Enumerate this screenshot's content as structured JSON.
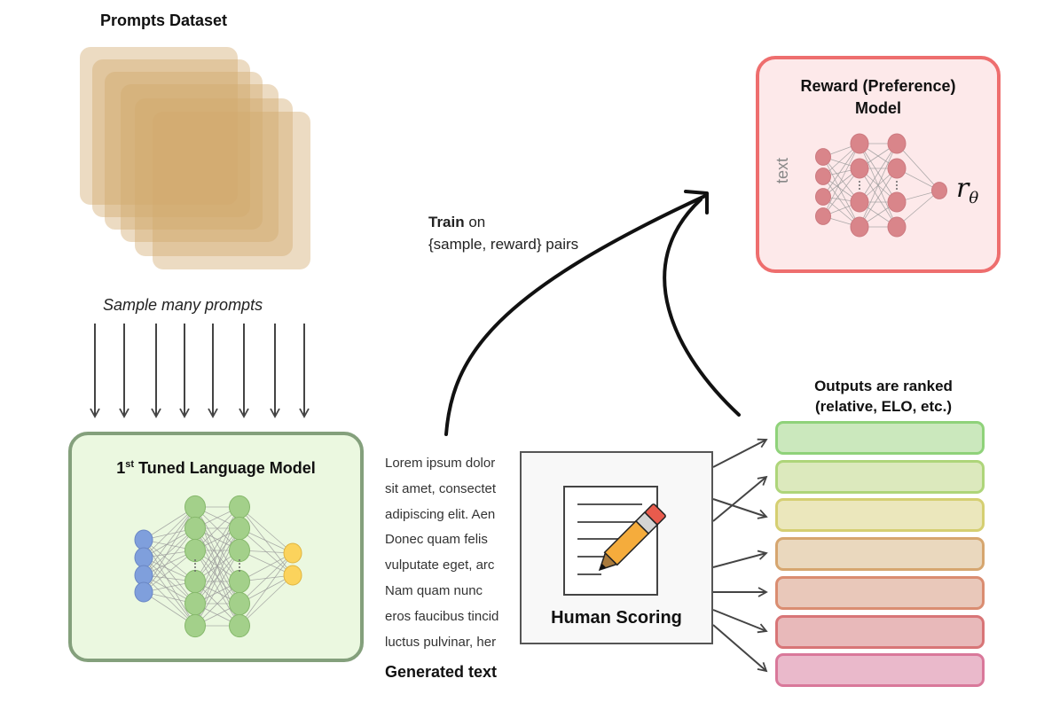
{
  "prompts_dataset": {
    "title": "Prompts Dataset",
    "card_color": "#d2aa6e",
    "card_count": 6
  },
  "sample_label": "Sample many prompts",
  "sample_arrow_count": 8,
  "language_model": {
    "title_prefix": "1",
    "title_sup": "st",
    "title_rest": " Tuned Language Model",
    "border_color": "#84a07c",
    "bg_color": "#ebf8e0",
    "network": {
      "input_nodes": 4,
      "hidden_nodes_per_layer": 6,
      "hidden_layers": 2,
      "output_nodes": 2,
      "input_color": "#7f9fdc",
      "hidden_color": "#a3d08a",
      "output_color": "#fbd35c"
    }
  },
  "train_label": {
    "bold": "Train",
    "rest": " on",
    "line2": "{sample, reward} pairs"
  },
  "reward_model": {
    "title_line1": "Reward (Preference)",
    "title_line2": "Model",
    "input_label": "text",
    "output_label": "r",
    "output_subscript": "θ",
    "border_color": "#ee6e6e",
    "bg_color": "#fde9ea",
    "node_color": "#d9858a"
  },
  "generated_text": {
    "lines": [
      "Lorem ipsum dolor",
      "sit amet, consectet",
      "adipiscing elit. Aen",
      "Donec quam felis",
      "vulputate eget, arc",
      "Nam quam nunc",
      "eros faucibus tincid",
      "luctus pulvinar, her"
    ],
    "title": "Generated text"
  },
  "human_scoring": {
    "label": "Human Scoring",
    "icon": "document-pencil-icon"
  },
  "ranked_outputs": {
    "title_line1": "Outputs are ranked",
    "title_line2": "(relative, ELO, etc.)",
    "bars": [
      {
        "fill": "#cbe8bd",
        "border": "#8fd27a"
      },
      {
        "fill": "#dce9bd",
        "border": "#aed57a"
      },
      {
        "fill": "#ebe7bc",
        "border": "#d5cf72"
      },
      {
        "fill": "#ead8be",
        "border": "#d6a66f"
      },
      {
        "fill": "#e9c8ba",
        "border": "#da8d71"
      },
      {
        "fill": "#e8b9ba",
        "border": "#d87577"
      },
      {
        "fill": "#eab9cb",
        "border": "#d9789a"
      }
    ]
  }
}
